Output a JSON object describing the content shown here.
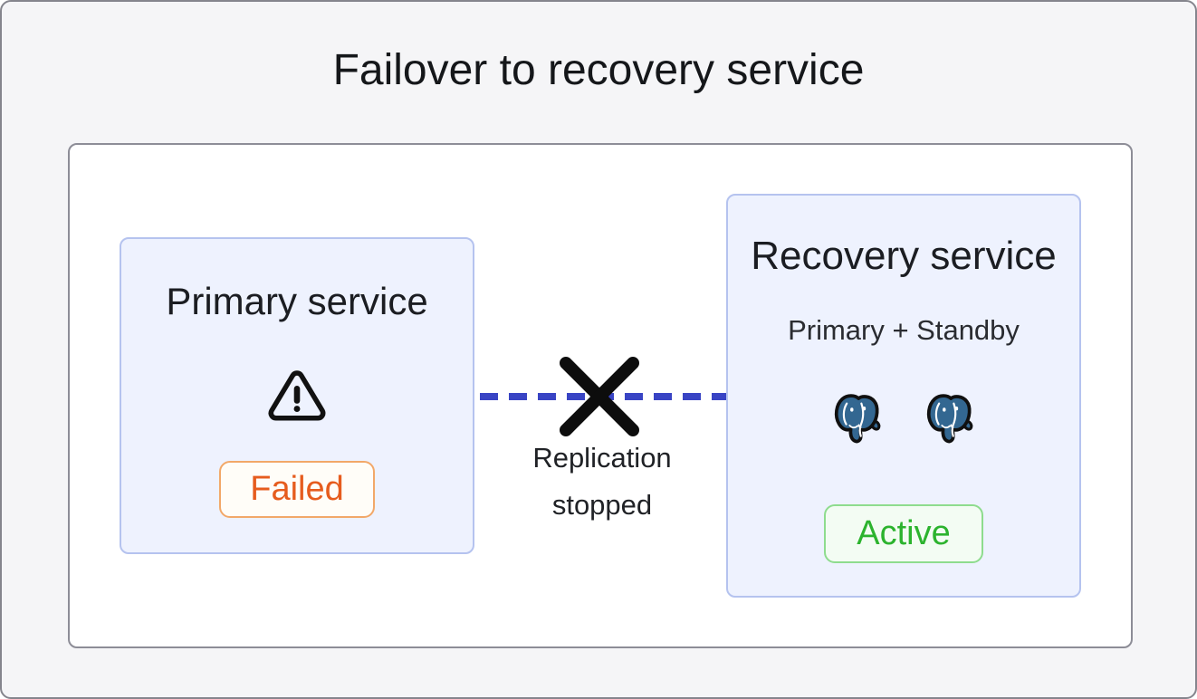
{
  "title": "Failover to recovery service",
  "primary": {
    "title": "Primary service",
    "status": "Failed",
    "icon": "warning-triangle-icon"
  },
  "connector": {
    "line1": "Replication",
    "line2": "stopped",
    "icon": "x-cross-icon",
    "style": "dashed-blue-line"
  },
  "recovery": {
    "title": "Recovery service",
    "subtitle": "Primary + Standby",
    "status": "Active",
    "icons": [
      "postgresql-elephant-icon",
      "postgresql-elephant-icon"
    ]
  },
  "colors": {
    "frame_bg": "#f5f5f7",
    "frame_border": "#85858d",
    "panel_bg": "#ffffff",
    "panel_border": "#8d8d97",
    "service_box_bg": "#eef2fe",
    "service_box_border": "#b5c3ef",
    "failed_text": "#e65c1e",
    "failed_border": "#f2a869",
    "failed_bg": "#fffdf8",
    "active_text": "#2cb32e",
    "active_border": "#8edc8e",
    "active_bg": "#f3fcf3",
    "connector_line": "#3944c4",
    "cross": "#0d0d0d",
    "postgres_blue": "#336791"
  }
}
